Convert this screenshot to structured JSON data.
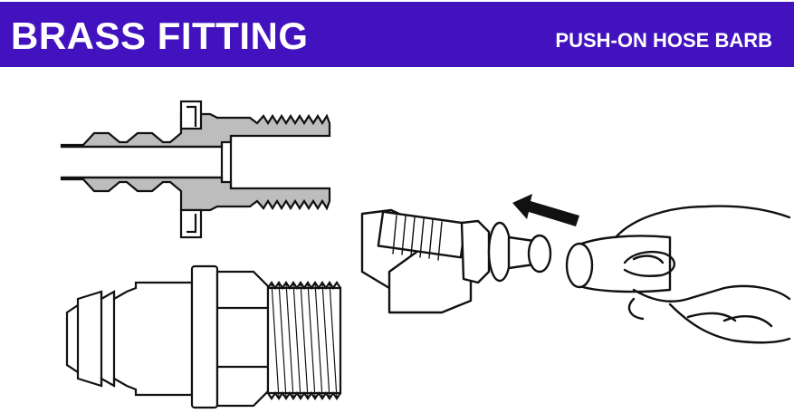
{
  "header": {
    "title": "BRASS FITTING",
    "subtitle": "PUSH-ON HOSE BARB"
  },
  "colors": {
    "header_bg": "#4212bf",
    "header_text": "#ffffff",
    "section_fill": "#bdbdbd",
    "line": "#111111"
  },
  "icons": [
    "cross-section-drawing",
    "side-view-drawing",
    "installation-drawing",
    "push-arrow-icon"
  ]
}
